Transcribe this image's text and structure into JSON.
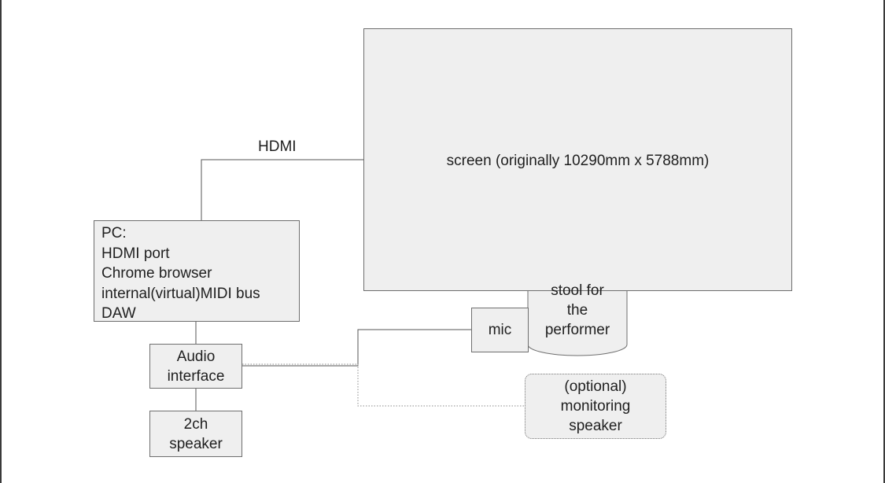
{
  "diagram": {
    "screen_label": "screen (originally 10290mm x 5788mm)",
    "hdmi_label": "HDMI",
    "pc_lines": [
      "PC:",
      "HDMI port",
      "Chrome browser",
      "internal(virtual)MIDI bus",
      "DAW"
    ],
    "audio_interface_lines": [
      "Audio",
      "interface"
    ],
    "speaker_lines": [
      "2ch",
      "speaker"
    ],
    "mic_label": "mic",
    "stool_lines": [
      "stool for",
      "the",
      "performer"
    ],
    "monitor_lines": [
      "(optional)",
      "monitoring",
      "speaker"
    ]
  },
  "colors": {
    "box_fill": "#efefef",
    "box_stroke": "#6e6e6e",
    "line": "#555555",
    "dotted_line": "#8a8a8a"
  }
}
